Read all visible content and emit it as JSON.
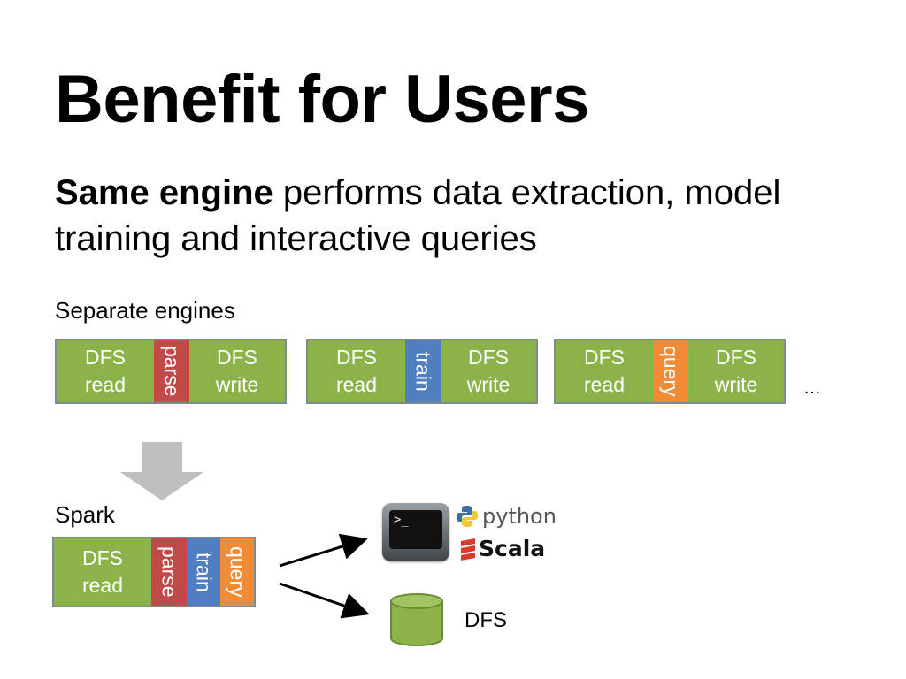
{
  "title": "Benefit for Users",
  "subtitle": {
    "bold": "Same engine",
    "rest": "performs data extraction, model training and interactive queries"
  },
  "separate_label": "Separate engines",
  "pipelines": [
    {
      "left": "DFS read",
      "middle": "parse",
      "right": "DFS write",
      "middle_color": "#bf4a48"
    },
    {
      "left": "DFS read",
      "middle": "train",
      "right": "DFS write",
      "middle_color": "#4f7ec1"
    },
    {
      "left": "DFS read",
      "middle": "query",
      "right": "DFS write",
      "middle_color": "#f18b36"
    }
  ],
  "ellipsis": "…",
  "spark_label": "Spark",
  "spark_pipeline": {
    "read": "DFS read",
    "parse": "parse",
    "train": "train",
    "query": "query"
  },
  "outputs": {
    "terminal_prompt": ">_",
    "python": "python",
    "scala": "Scala",
    "dfs": "DFS"
  },
  "colors": {
    "green": "#8cb34a",
    "red": "#bf4a48",
    "blue": "#4f7ec1",
    "orange": "#f18b36",
    "arrow": "#bfbfbf"
  }
}
